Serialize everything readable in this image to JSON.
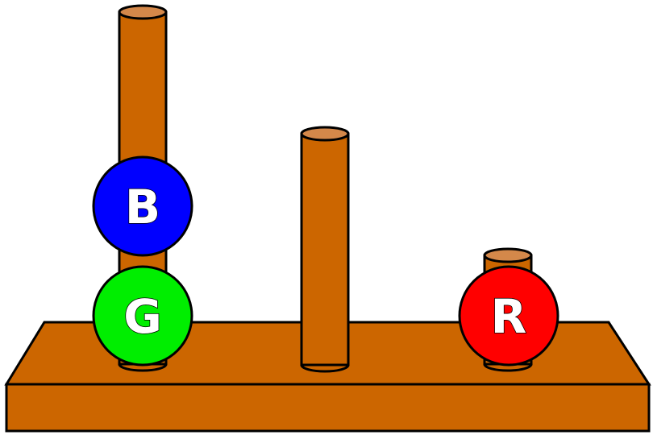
{
  "colors": {
    "wood": "#cc6600",
    "wood_top": "#d4884a",
    "outline": "#000000",
    "background": "#ffffff"
  },
  "pegs": [
    {
      "id": "left",
      "ball_count": 2
    },
    {
      "id": "middle",
      "ball_count": 0
    },
    {
      "id": "right",
      "ball_count": 1
    }
  ],
  "balls": [
    {
      "label": "G",
      "color": "#00ee00",
      "peg": "left",
      "stack_index": 0
    },
    {
      "label": "B",
      "color": "#0000ff",
      "peg": "left",
      "stack_index": 1
    },
    {
      "label": "R",
      "color": "#ff0000",
      "peg": "right",
      "stack_index": 0
    }
  ]
}
